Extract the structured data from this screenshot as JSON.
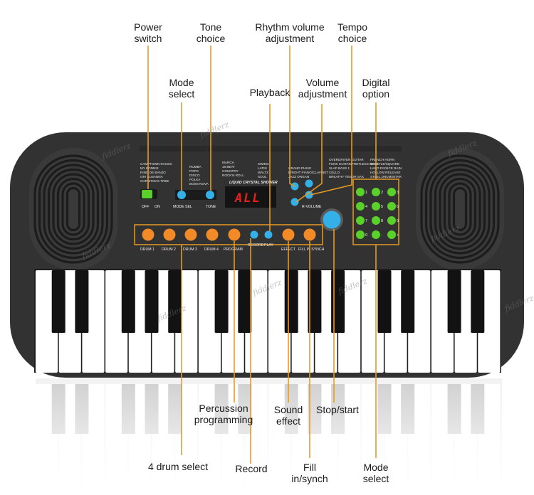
{
  "callouts": {
    "power_switch": "Power\nswitch",
    "tone_choice": "Tone\nchoice",
    "rhythm_volume": "Rhythm volume\nadjustment",
    "tempo_choice": "Tempo\nchoice",
    "mode_select_top": "Mode\nselect",
    "playback": "Playback",
    "volume_adjustment": "Volume\nadjustment",
    "digital_option": "Digital\noption",
    "percussion_programming": "Percussion\nprogramming",
    "sound_effect": "Sound\neffect",
    "stop_start": "Stop/start",
    "drum_select": "4 drum select",
    "record": "Record",
    "fill_insynch": "Fill\nin/synch",
    "mode_select_bottom": "Mode\nselect"
  },
  "panel": {
    "display_text": "ALL",
    "brand": "LIQUID CRYSTAL SHOWER",
    "off": "OFF",
    "on": "ON",
    "mode_sel": "MODE SEL",
    "tone": "TONE",
    "drum1": "DRUM 1",
    "drum2": "DRUM 2",
    "drum3": "DRUM 3",
    "drum4": "DRUM 4",
    "program": "PROGRAM",
    "record": "RECORD",
    "play": "PLAY",
    "effect": "EFFECT",
    "fill_in_synch": "FILL IN SYNCH",
    "r_volume": "R-VOLUME",
    "songs": "CAMPTOWN RACES\nMY BONNIE\nRING DE BANJO\nOH! SUSANNA\nCHRISTMAS TREE",
    "rhythms1": "RUMBA\nPOPS\nDISCO\nPOLKA\nBOSS NOVA",
    "rhythms2": "MARCH\n16 BEAT\nCOUNTRY\nROCK'N ROLL",
    "rhythms3": "SWING\nLATIN\nWALTZ\nSOUL",
    "tones1": "GRAND PIANO\nBRIGHT PIANO/CLAVINET\nJAZZ ORGAN",
    "tones2": "OVERDRIVEN GUITAR\nFUNK GUITAR/FRETLESS BASS\nSLAP BASS 1\nCELLO\nBREATHY TENOR SAX",
    "tones3": "FRENCH HORN\nWHISTLE/SQUARE\nHALO PAD/ICE RAIN\nHOLLOW RELEASE\nSTEEL DRUM/SITAR",
    "keypad": [
      "1",
      "2",
      "3",
      "4",
      "5",
      "6",
      "7",
      "8",
      "9",
      "0",
      "-",
      "+"
    ]
  },
  "watermark": "fiddlerz",
  "colors": {
    "body": "#323232",
    "orange": "#f28a28",
    "green": "#5ad02a",
    "blue": "#34b0e8",
    "callout_line": "#e79a24",
    "display": "#e8201c"
  }
}
